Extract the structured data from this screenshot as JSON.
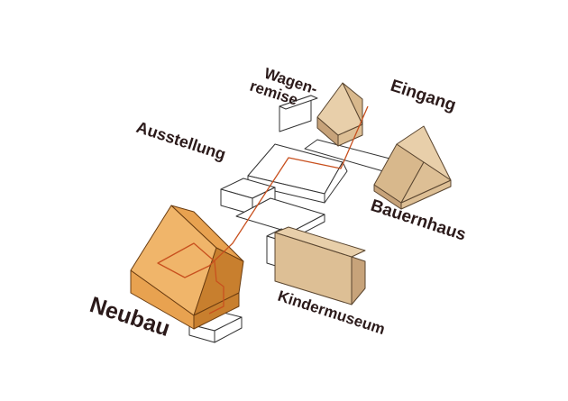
{
  "labels": {
    "wagenremise_line1": "Wagen-",
    "wagenremise_line2": "remise",
    "eingang": "Eingang",
    "ausstellung": "Ausstellung",
    "bauernhaus": "Bauernhaus",
    "neubau": "Neubau",
    "kindermuseum": "Kindermuseum"
  },
  "colors": {
    "neubau_fill": "#E8A250",
    "neubau_dark": "#C87F2E",
    "neubau_light": "#F0B56A",
    "historic_fill": "#DDBF95",
    "historic_dark": "#C7A37A",
    "historic_light": "#E8CFAA",
    "outline": "#333333",
    "path": "#C8501E",
    "text": "#2B1A1A"
  }
}
